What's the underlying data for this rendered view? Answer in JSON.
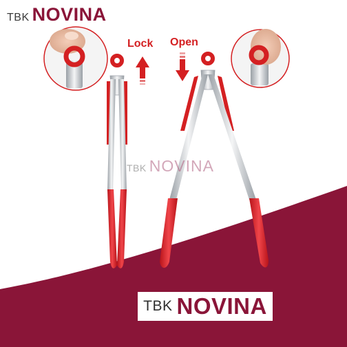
{
  "branding": {
    "top_prefix": "TBK",
    "top_name": "NOVINA",
    "mid_prefix": "TBK",
    "mid_name": "NOVINA",
    "bottom_prefix": "TBK",
    "bottom_name": "NOVINA"
  },
  "labels": {
    "lock": "Lock",
    "open": "Open"
  },
  "colors": {
    "brand": "#8a1538",
    "accent_red": "#d42022",
    "steel": "#c9ccd0"
  },
  "icons": {
    "lock_arrow": "arrow-up-icon",
    "open_arrow": "arrow-down-icon"
  }
}
